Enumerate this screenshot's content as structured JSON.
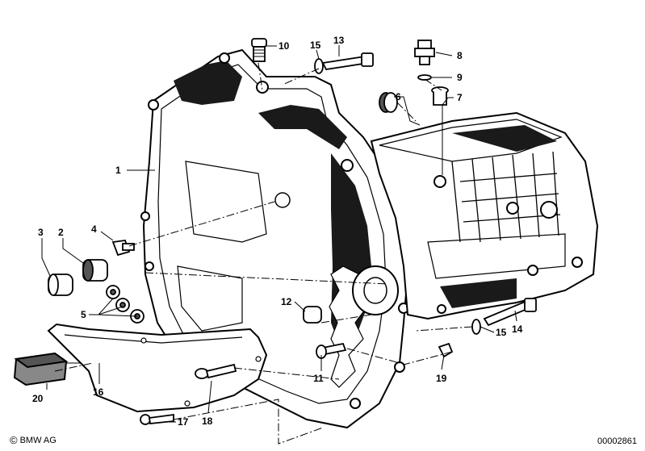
{
  "diagram": {
    "callouts": [
      {
        "id": "c1",
        "label": "1"
      },
      {
        "id": "c2",
        "label": "2"
      },
      {
        "id": "c3",
        "label": "3"
      },
      {
        "id": "c4",
        "label": "4"
      },
      {
        "id": "c5",
        "label": "5"
      },
      {
        "id": "c6",
        "label": "6"
      },
      {
        "id": "c7",
        "label": "7"
      },
      {
        "id": "c8",
        "label": "8"
      },
      {
        "id": "c9",
        "label": "9"
      },
      {
        "id": "c10",
        "label": "10"
      },
      {
        "id": "c11",
        "label": "11"
      },
      {
        "id": "c12",
        "label": "12"
      },
      {
        "id": "c13",
        "label": "13"
      },
      {
        "id": "c14",
        "label": "14"
      },
      {
        "id": "c15a",
        "label": "15"
      },
      {
        "id": "c15b",
        "label": "15"
      },
      {
        "id": "c16",
        "label": "16"
      },
      {
        "id": "c17",
        "label": "17"
      },
      {
        "id": "c18",
        "label": "18"
      },
      {
        "id": "c19",
        "label": "19"
      },
      {
        "id": "c20",
        "label": "20"
      }
    ]
  },
  "footer": {
    "copyright_symbol": "©",
    "brand": "BMW AG",
    "reference_number": "00002861"
  },
  "colors": {
    "ink": "#000000",
    "paper": "#ffffff",
    "shade": "#1a1a1a"
  }
}
